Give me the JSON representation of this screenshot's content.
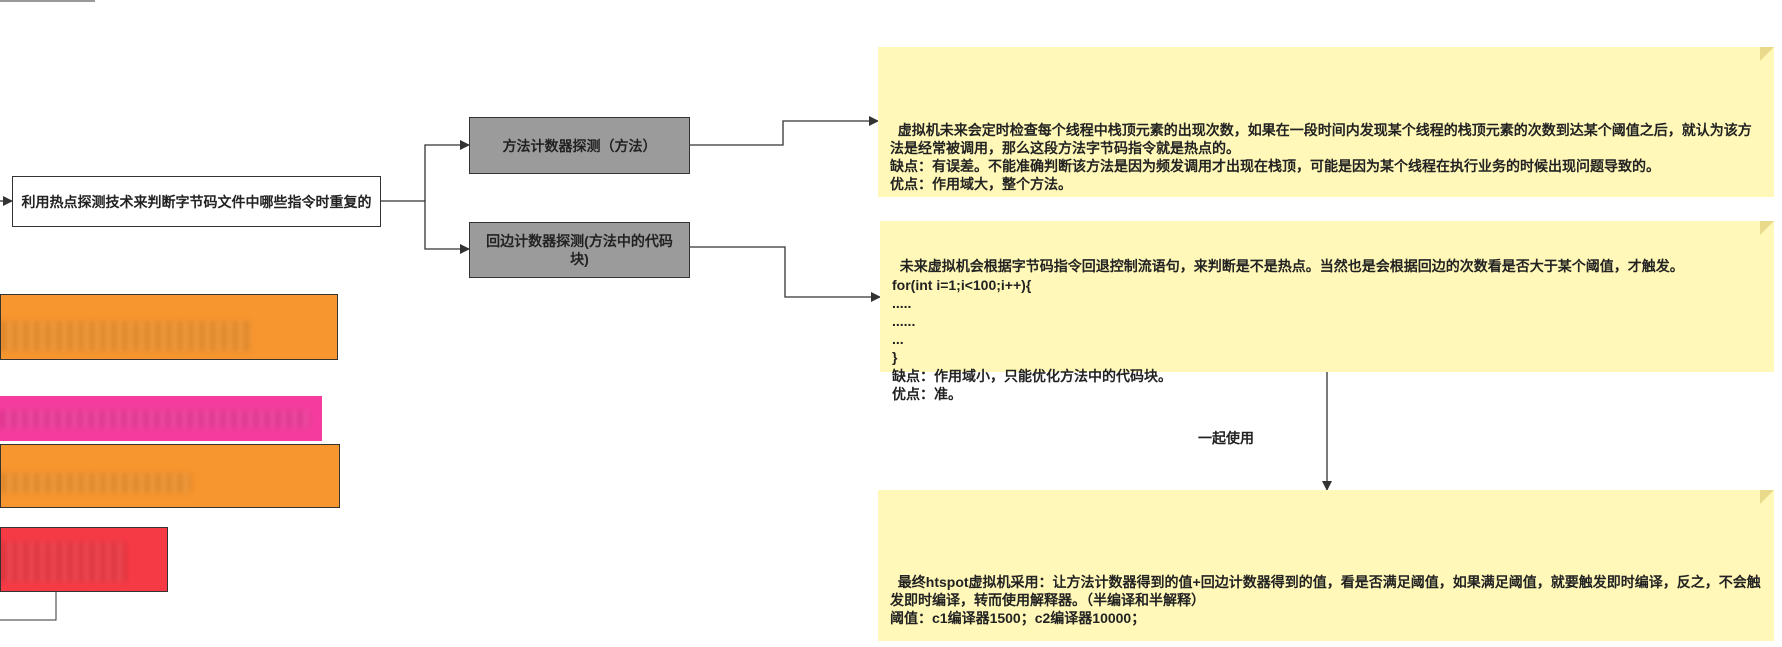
{
  "nodes": {
    "root": "利用热点探测技术来判断字节码文件中哪些指令时重复的",
    "method_counter": "方法计数器探测（方法）",
    "backedge_counter": "回边计数器探测(方法中的代码块)"
  },
  "notes": {
    "method_note": "虚拟机未来会定时检查每个线程中栈顶元素的出现次数，如果在一段时间内发现某个线程的栈顶元素的次数到达某个阈值之后，就认为该方法是经常被调用，那么这段方法字节码指令就是热点的。\n缺点：有误差。不能准确判断该方法是因为频发调用才出现在栈顶，可能是因为某个线程在执行业务的时候出现问题导致的。\n优点：作用域大，整个方法。",
    "backedge_note": "未来虚拟机会根据字节码指令回退控制流语句，来判断是不是热点。当然也是会根据回边的次数看是否大于某个阈值，才触发。\nfor(int i=1;i<100;i++){\n.....\n......\n...\n}\n缺点：作用域小，只能优化方法中的代码块。\n优点：准。",
    "final_note": "最终htspot虚拟机采用：让方法计数器得到的值+回边计数器得到的值，看是否满足阈值，如果满足阈值，就要触发即时编译，反之，不会触发即时编译，转而使用解释器。（半编译和半解释）\n阈值：c1编译器1500；c2编译器10000；"
  },
  "edge_labels": {
    "together": "一起使用"
  },
  "colors": {
    "note_bg": "#fff8b8",
    "gray_node": "#9b9b9b",
    "orange": "#f7952e",
    "pink": "#f53c9e",
    "red": "#f53a45",
    "line": "#333333"
  }
}
